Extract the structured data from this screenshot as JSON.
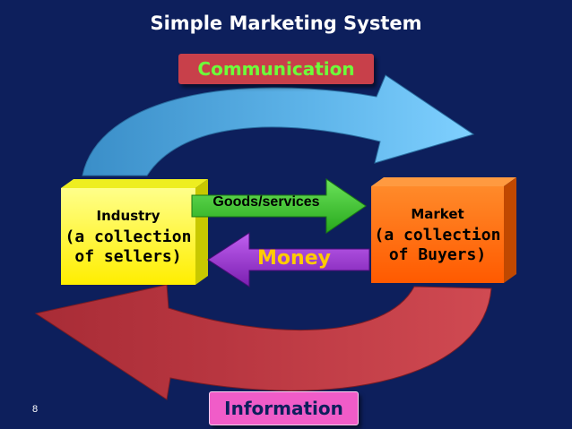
{
  "slide": {
    "title": "Simple Marketing System",
    "page_number": "8"
  },
  "labels": {
    "communication": "Communication",
    "information": "Information",
    "goods_services": "Goods/services",
    "money": "Money"
  },
  "industry": {
    "title": "Industry",
    "line1": "(a collection",
    "line2": "of sellers)"
  },
  "market": {
    "title": "Market",
    "line1": "(a collection",
    "line2": "of Buyers)"
  },
  "colors": {
    "background": "#0d1f5c",
    "industry_box": "#ffff33",
    "market_box": "#ff6a00",
    "goods_arrow": "#3ccf2c",
    "money_arrow": "#9b2fd6",
    "communication_arrow": "#5fb0e6",
    "information_arrow": "#c23a44"
  }
}
